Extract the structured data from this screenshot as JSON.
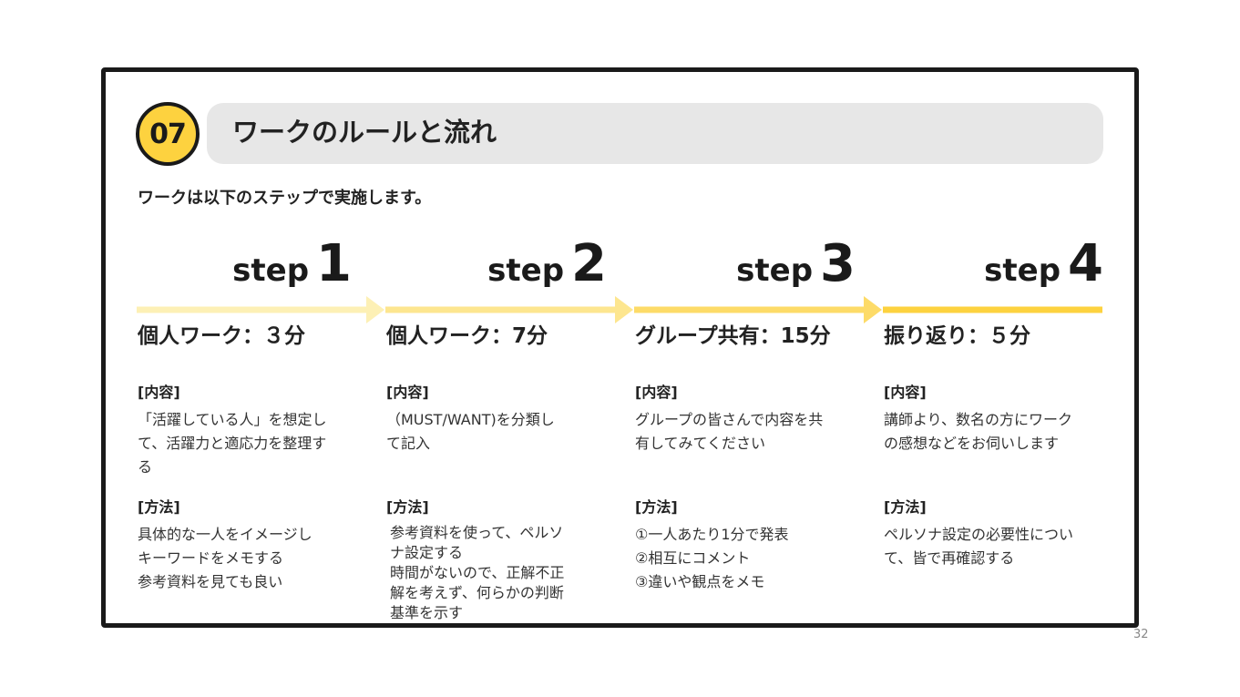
{
  "badge": {
    "number": "07",
    "color": "#fdd23f"
  },
  "title": "ワークのルールと流れ",
  "intro": "ワークは以下のステップで実施します。",
  "steps": [
    {
      "word": "step",
      "num": "1",
      "heading": "個人ワーク：３分",
      "content_label": "[内容]",
      "content": "「活躍している人」を想定し\nて、活躍力と適応力を整理す\nる",
      "method_label": "[方法]",
      "method": "具体的な一人をイメージし\nキーワードをメモする\n参考資料を見ても良い"
    },
    {
      "word": "step",
      "num": "2",
      "heading": "個人ワーク：7分",
      "content_label": "[内容]",
      "content": "（MUST/WANT)を分類し\nて記入",
      "method_label": "[方法]",
      "method": "参考資料を使って、ペルソ\nナ設定する\n時間がないので、正解不正\n解を考えず、何らかの判断\n基準を示す"
    },
    {
      "word": "step",
      "num": "3",
      "heading": "グループ共有：15分",
      "content_label": "[内容]",
      "content": "グループの皆さんで内容を共\n有してみてください",
      "method_label": "[方法]",
      "method": "①一人あたり1分で発表\n②相互にコメント\n③違いや観点をメモ"
    },
    {
      "word": "step",
      "num": "4",
      "heading": "振り返り：５分",
      "content_label": "[内容]",
      "content": "講師より、数名の方にワーク\nの感想などをお伺いします",
      "method_label": "[方法]",
      "method": "ペルソナ設定の必要性につい\nて、皆で再確認する"
    }
  ],
  "arrow_colors": [
    "#fdf0b5",
    "#fde68f",
    "#fddb68",
    "#fdd23f"
  ],
  "page_number": "32"
}
